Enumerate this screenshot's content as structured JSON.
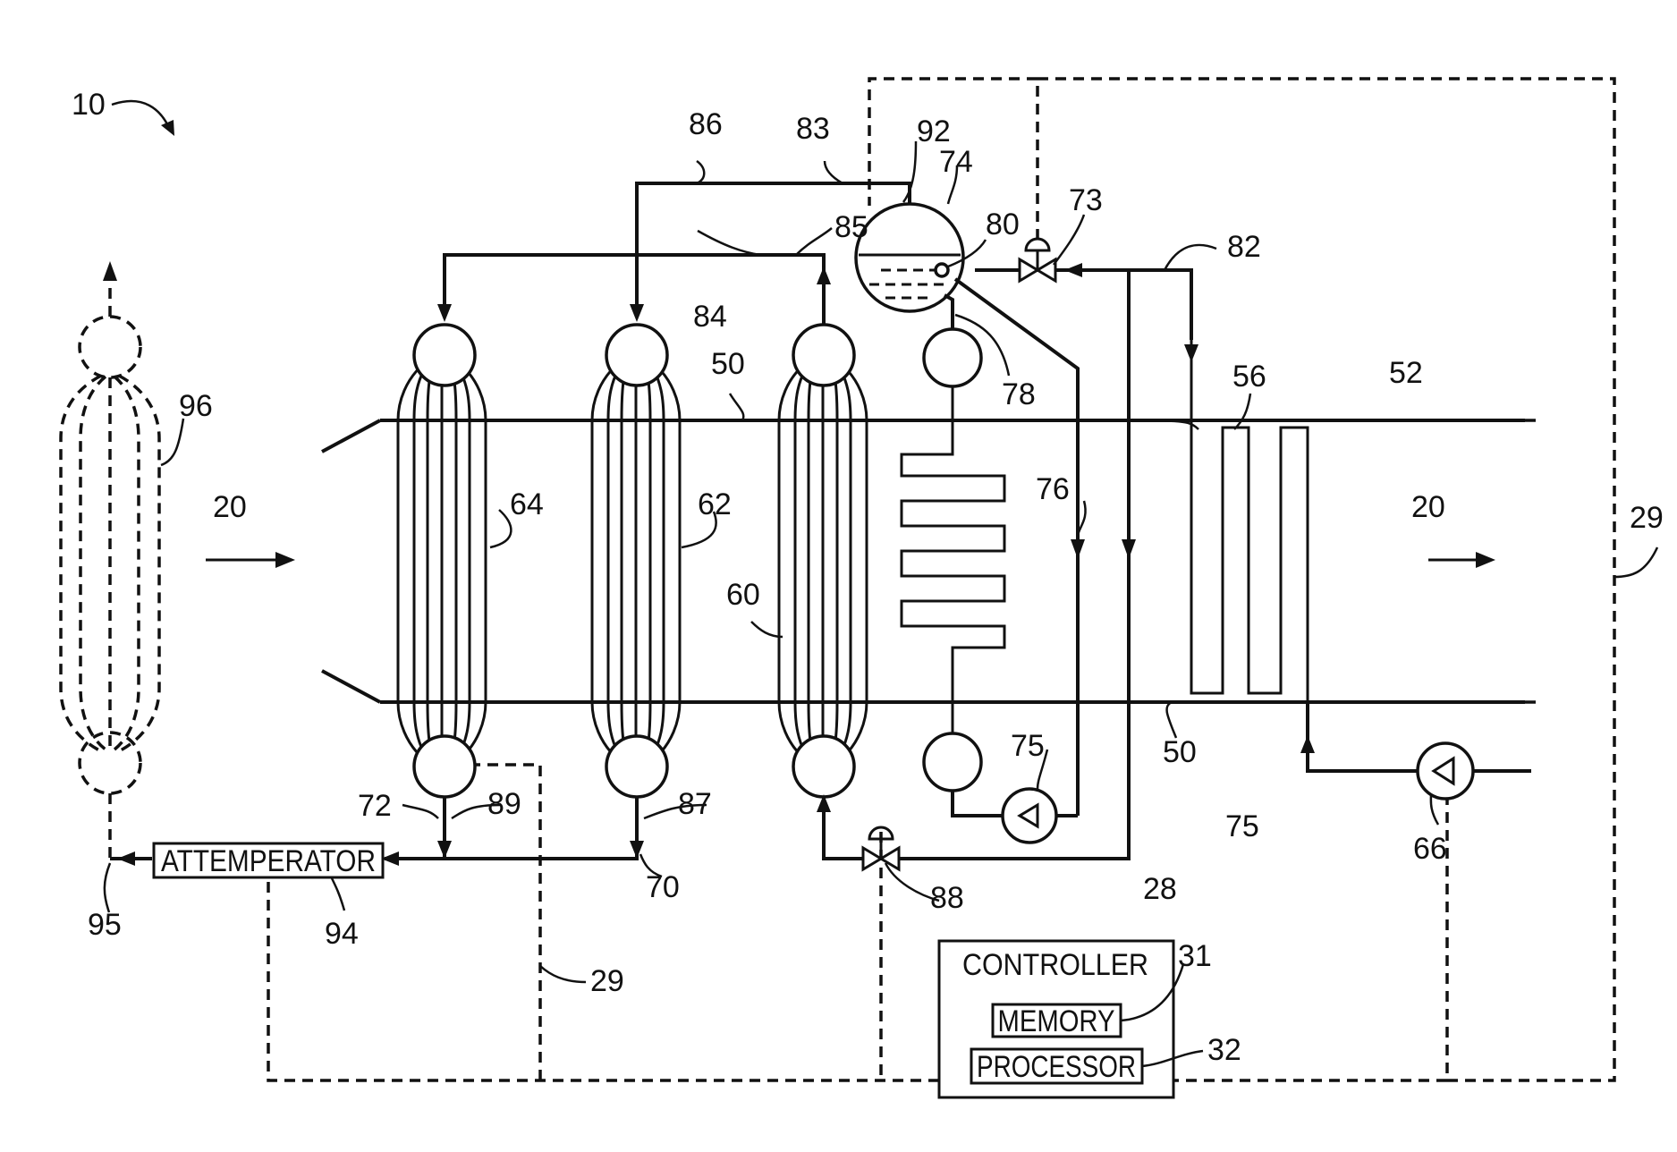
{
  "labels": {
    "system": "10",
    "flow_in": "20",
    "flow_out": "20",
    "control_line_right": "29",
    "control_line_bottom": "29",
    "controller_ref": "28",
    "memory_ref": "31",
    "processor_ref": "32",
    "duct_wall_top": "50",
    "duct_wall_bottom": "50",
    "stack": "52",
    "economizer": "56",
    "evaporator": "60",
    "primary_superheater": "62",
    "finishing_superheater": "64",
    "feed_pump": "66",
    "steam_line": "70",
    "outlet_line": "72",
    "feed_valve": "73",
    "drum": "74",
    "pump": "75",
    "region": "75",
    "downcomer": "76",
    "riser": "78",
    "level_sensor": "80",
    "feed_line": "82",
    "saturated_steam_line": "83",
    "evap_link": "84",
    "evap_return": "85",
    "superheater_link": "86",
    "superheater_outlet": "87",
    "spray_valve": "88",
    "finishing_outlet": "89",
    "drum_top": "92",
    "attemperator_ref": "94",
    "attemperator_outlet": "95",
    "ghost_heater": "96"
  },
  "boxes": {
    "attemperator": "ATTEMPERATOR",
    "controller": "CONTROLLER",
    "memory": "MEMORY",
    "processor": "PROCESSOR"
  }
}
